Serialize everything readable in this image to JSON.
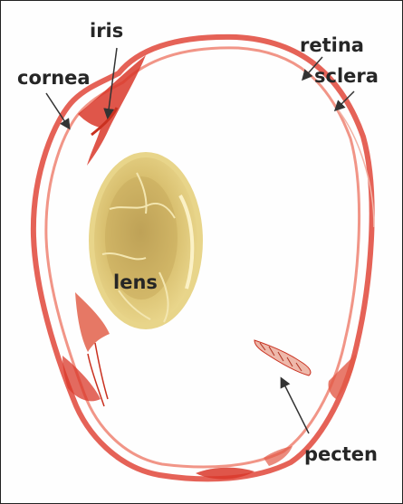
{
  "labels": {
    "iris": "iris",
    "retina": "retina",
    "cornea": "cornea",
    "sclera": "sclera",
    "lens": "lens",
    "pecten": "pecten"
  },
  "colors": {
    "tissue": "#e0463a",
    "tissue_dark": "#c9301f",
    "tissue_light": "#f2b3a6",
    "lens_fill": "#e6cf7d",
    "lens_core": "#c9ad5b",
    "label_text": "#262626",
    "pointer": "#333333"
  }
}
